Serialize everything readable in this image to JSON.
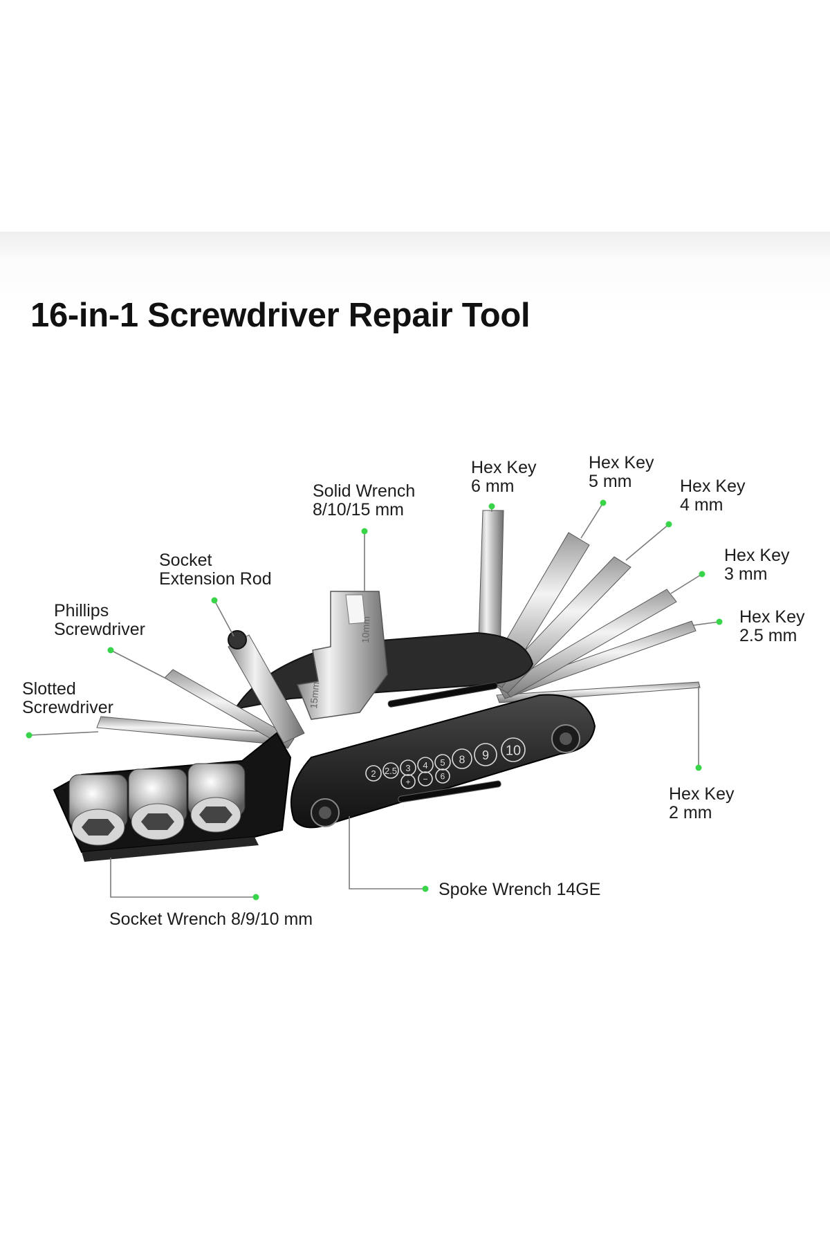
{
  "title": "16-in-1 Screwdriver Repair Tool",
  "accent_color": "#3ad44a",
  "labels": {
    "slotted": "Slotted\nScrewdriver",
    "phillips": "Phillips\nScrewdriver",
    "extension": "Socket\nExtension Rod",
    "solid_wrench": "Solid Wrench\n8/10/15 mm",
    "hex6": "Hex Key\n6 mm",
    "hex5": "Hex Key\n5 mm",
    "hex4": "Hex Key\n4 mm",
    "hex3": "Hex Key\n3 mm",
    "hex25": "Hex Key\n2.5 mm",
    "hex2": "Hex Key\n2 mm",
    "spoke": "Spoke Wrench 14GE",
    "socket": "Socket Wrench 8/9/10 mm"
  },
  "engravings": {
    "wrench_a": "10mm",
    "wrench_b": "15mm",
    "hex_marks": [
      "2",
      "2.5",
      "3",
      "4",
      "5",
      "8",
      "9",
      "10",
      "+",
      "−",
      "6"
    ]
  }
}
